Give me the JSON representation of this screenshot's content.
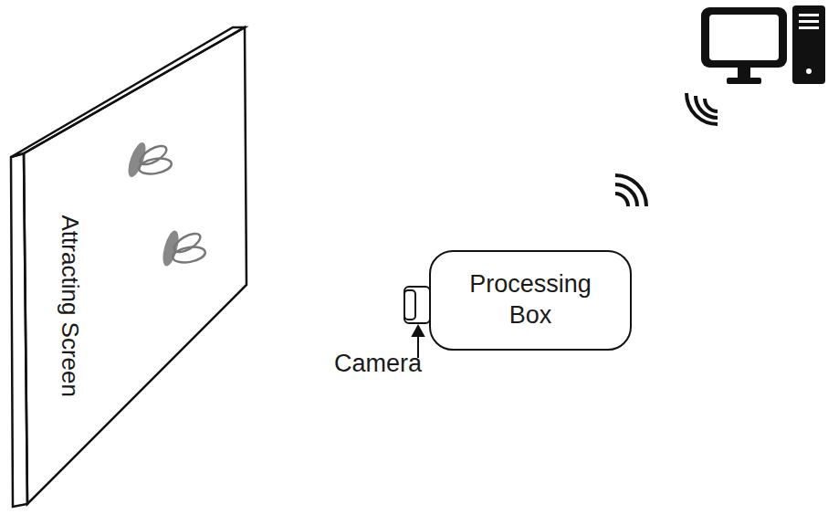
{
  "diagram": {
    "nodes": [
      {
        "text": [
          "Attracting Screen"
        ]
      },
      {
        "text": [
          "Processing Box"
        ]
      }
    ],
    "labels": [
      "Camera"
    ]
  }
}
